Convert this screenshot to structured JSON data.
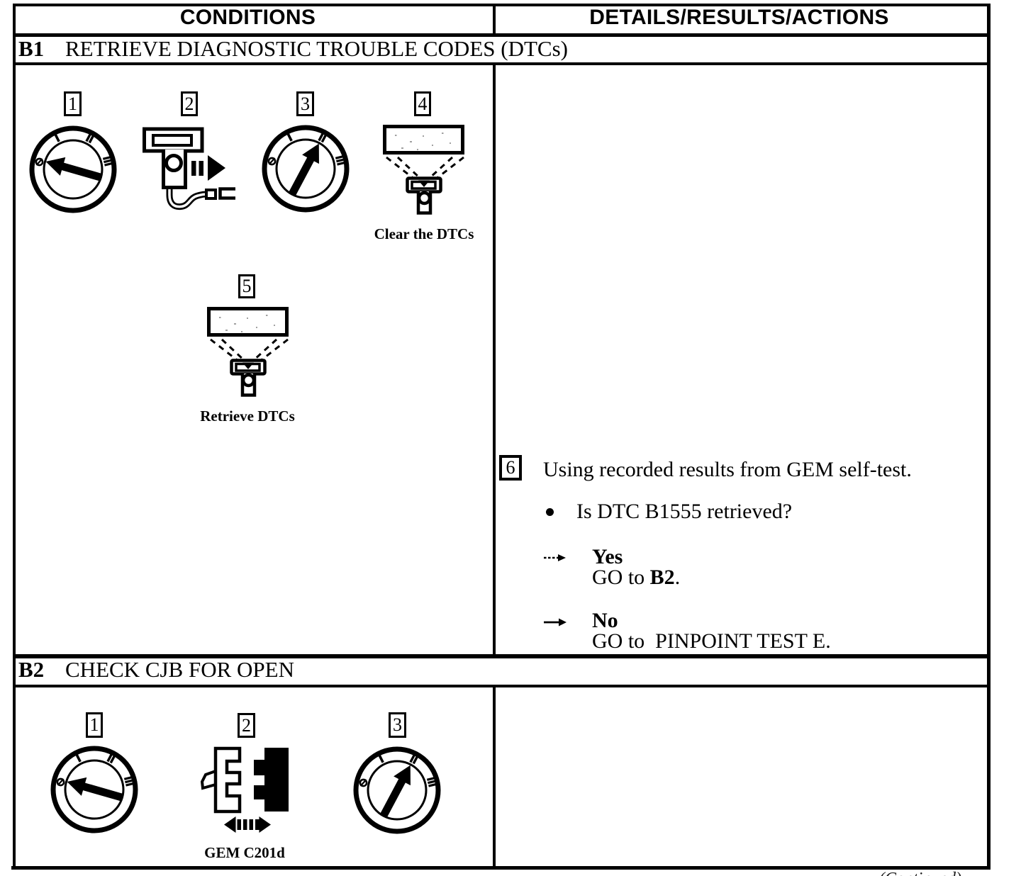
{
  "table": {
    "header": {
      "conditions": "CONDITIONS",
      "details": "DETAILS/RESULTS/ACTIONS"
    },
    "b1": {
      "id": "B1",
      "title": "RETRIEVE DIAGNOSTIC TROUBLE CODES (DTCs)",
      "steps": {
        "s1": {
          "num": "1",
          "icon": "ignition-key-off-icon"
        },
        "s2": {
          "num": "2",
          "icon": "jumper-wire-icon"
        },
        "s3": {
          "num": "3",
          "icon": "ignition-key-run-icon"
        },
        "s4": {
          "num": "4",
          "icon": "self-test-lamp-icon",
          "caption": "Clear the DTCs"
        },
        "s5": {
          "num": "5",
          "icon": "self-test-lamp-icon",
          "caption": "Retrieve DTCs"
        }
      },
      "details": {
        "step_num": "6",
        "instruction": "Using recorded results from GEM self-test.",
        "question": "Is DTC B1555 retrieved?",
        "yes": {
          "label": "Yes",
          "pre": "GO to ",
          "bold": "B2",
          "post": "."
        },
        "no": {
          "label": "No",
          "pre": "GO to  ",
          "bold": "",
          "post": "PINPOINT TEST E."
        }
      }
    },
    "b2": {
      "id": "B2",
      "title": "CHECK CJB FOR OPEN",
      "steps": {
        "s1": {
          "num": "1",
          "icon": "ignition-key-off-icon"
        },
        "s2": {
          "num": "2",
          "icon": "connector-pair-icon",
          "caption": "GEM C201d"
        },
        "s3": {
          "num": "3",
          "icon": "ignition-key-run-icon"
        }
      }
    },
    "footer": {
      "continued": "(Continued)"
    }
  }
}
